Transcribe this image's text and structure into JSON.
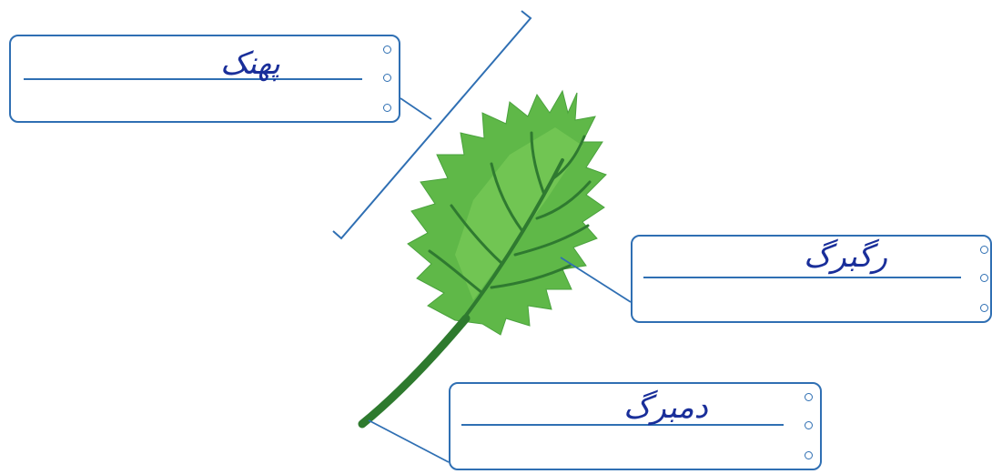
{
  "labels": {
    "blade": "پهنک",
    "veins": "رگبرگ",
    "petiole": "دمبرگ"
  },
  "colors": {
    "line": "#2f6fb3",
    "ink": "#1a2f9a",
    "leaf_light": "#6cc24a",
    "leaf_dark": "#3f9a3a",
    "vein": "#2f7a30",
    "stem": "#2e7a2e"
  }
}
